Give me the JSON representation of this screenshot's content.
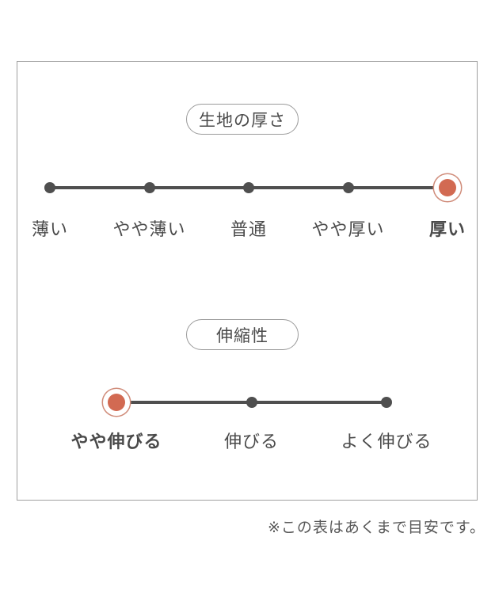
{
  "colors": {
    "accent": "#d26a52",
    "accent_ring": "#d08c7a",
    "ink": "#4a4a4a",
    "track": "#4f4f4f",
    "box_border": "#9f9f9f",
    "badge_border": "#9a9a9a",
    "footnote_ink": "#595959"
  },
  "sections": [
    {
      "id": "fabric-thickness",
      "title": "生地の厚さ",
      "selected_index": 4,
      "options": [
        {
          "label": "薄い",
          "selected": false
        },
        {
          "label": "やや薄い",
          "selected": false
        },
        {
          "label": "普通",
          "selected": false
        },
        {
          "label": "やや厚い",
          "selected": false
        },
        {
          "label": "厚い",
          "selected": true
        }
      ]
    },
    {
      "id": "stretchability",
      "title": "伸縮性",
      "selected_index": 0,
      "options": [
        {
          "label": "やや伸びる",
          "selected": true
        },
        {
          "label": "伸びる",
          "selected": false
        },
        {
          "label": "よく伸びる",
          "selected": false
        }
      ]
    }
  ],
  "page": {
    "footnote": "※この表はあくまで目安です。"
  }
}
